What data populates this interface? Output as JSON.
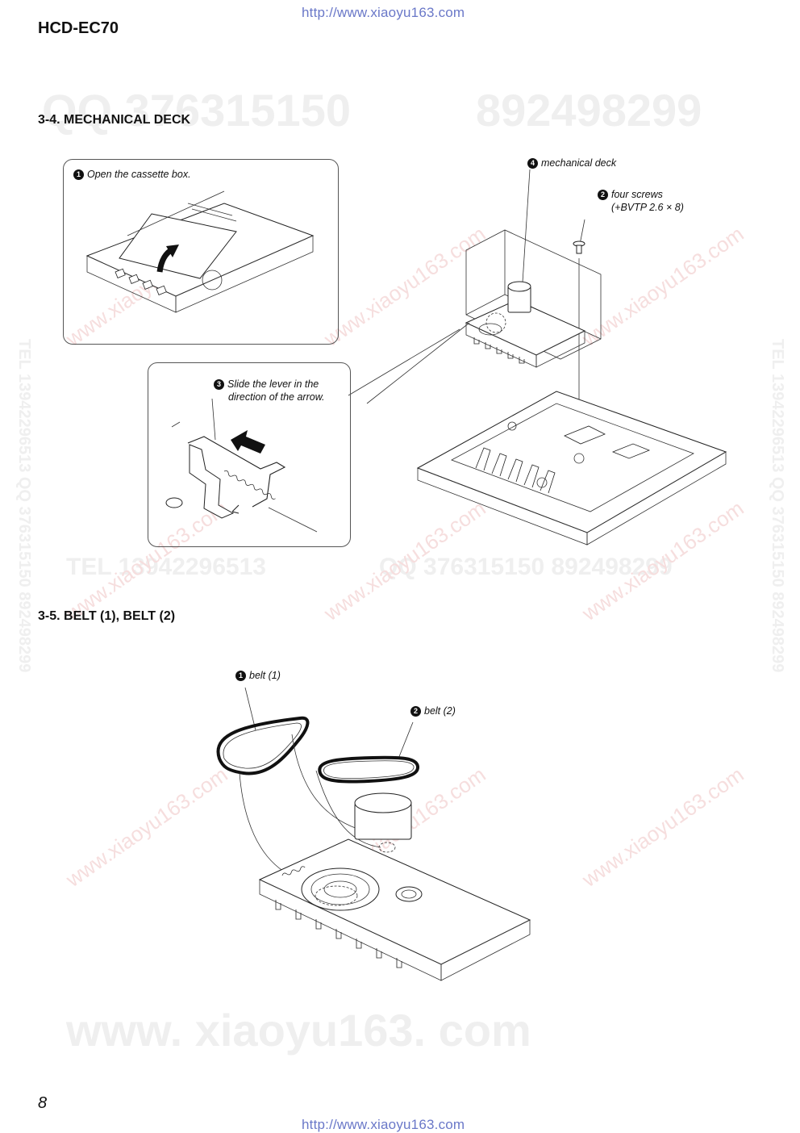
{
  "header": {
    "url_top": "http://www.xiaoyu163.com",
    "model": "HCD-EC70"
  },
  "section_34": {
    "title": "3-4.   MECHANICAL DECK",
    "step1": {
      "num": "1",
      "text": "Open the cassette box."
    },
    "step2": {
      "num": "2",
      "text_line1": "four screws",
      "text_line2": "(+BVTP 2.6 × 8)"
    },
    "step3": {
      "num": "3",
      "text_line1": "Slide the lever in the",
      "text_line2": "direction of the arrow."
    },
    "step4": {
      "num": "4",
      "text": "mechanical deck"
    }
  },
  "section_35": {
    "title": "3-5.   BELT (1), BELT (2)",
    "step1": {
      "num": "1",
      "text": "belt (1)"
    },
    "step2": {
      "num": "2",
      "text": "belt (2)"
    }
  },
  "footer": {
    "page_number": "8",
    "url_bottom": "http://www.xiaoyu163.com"
  }
}
